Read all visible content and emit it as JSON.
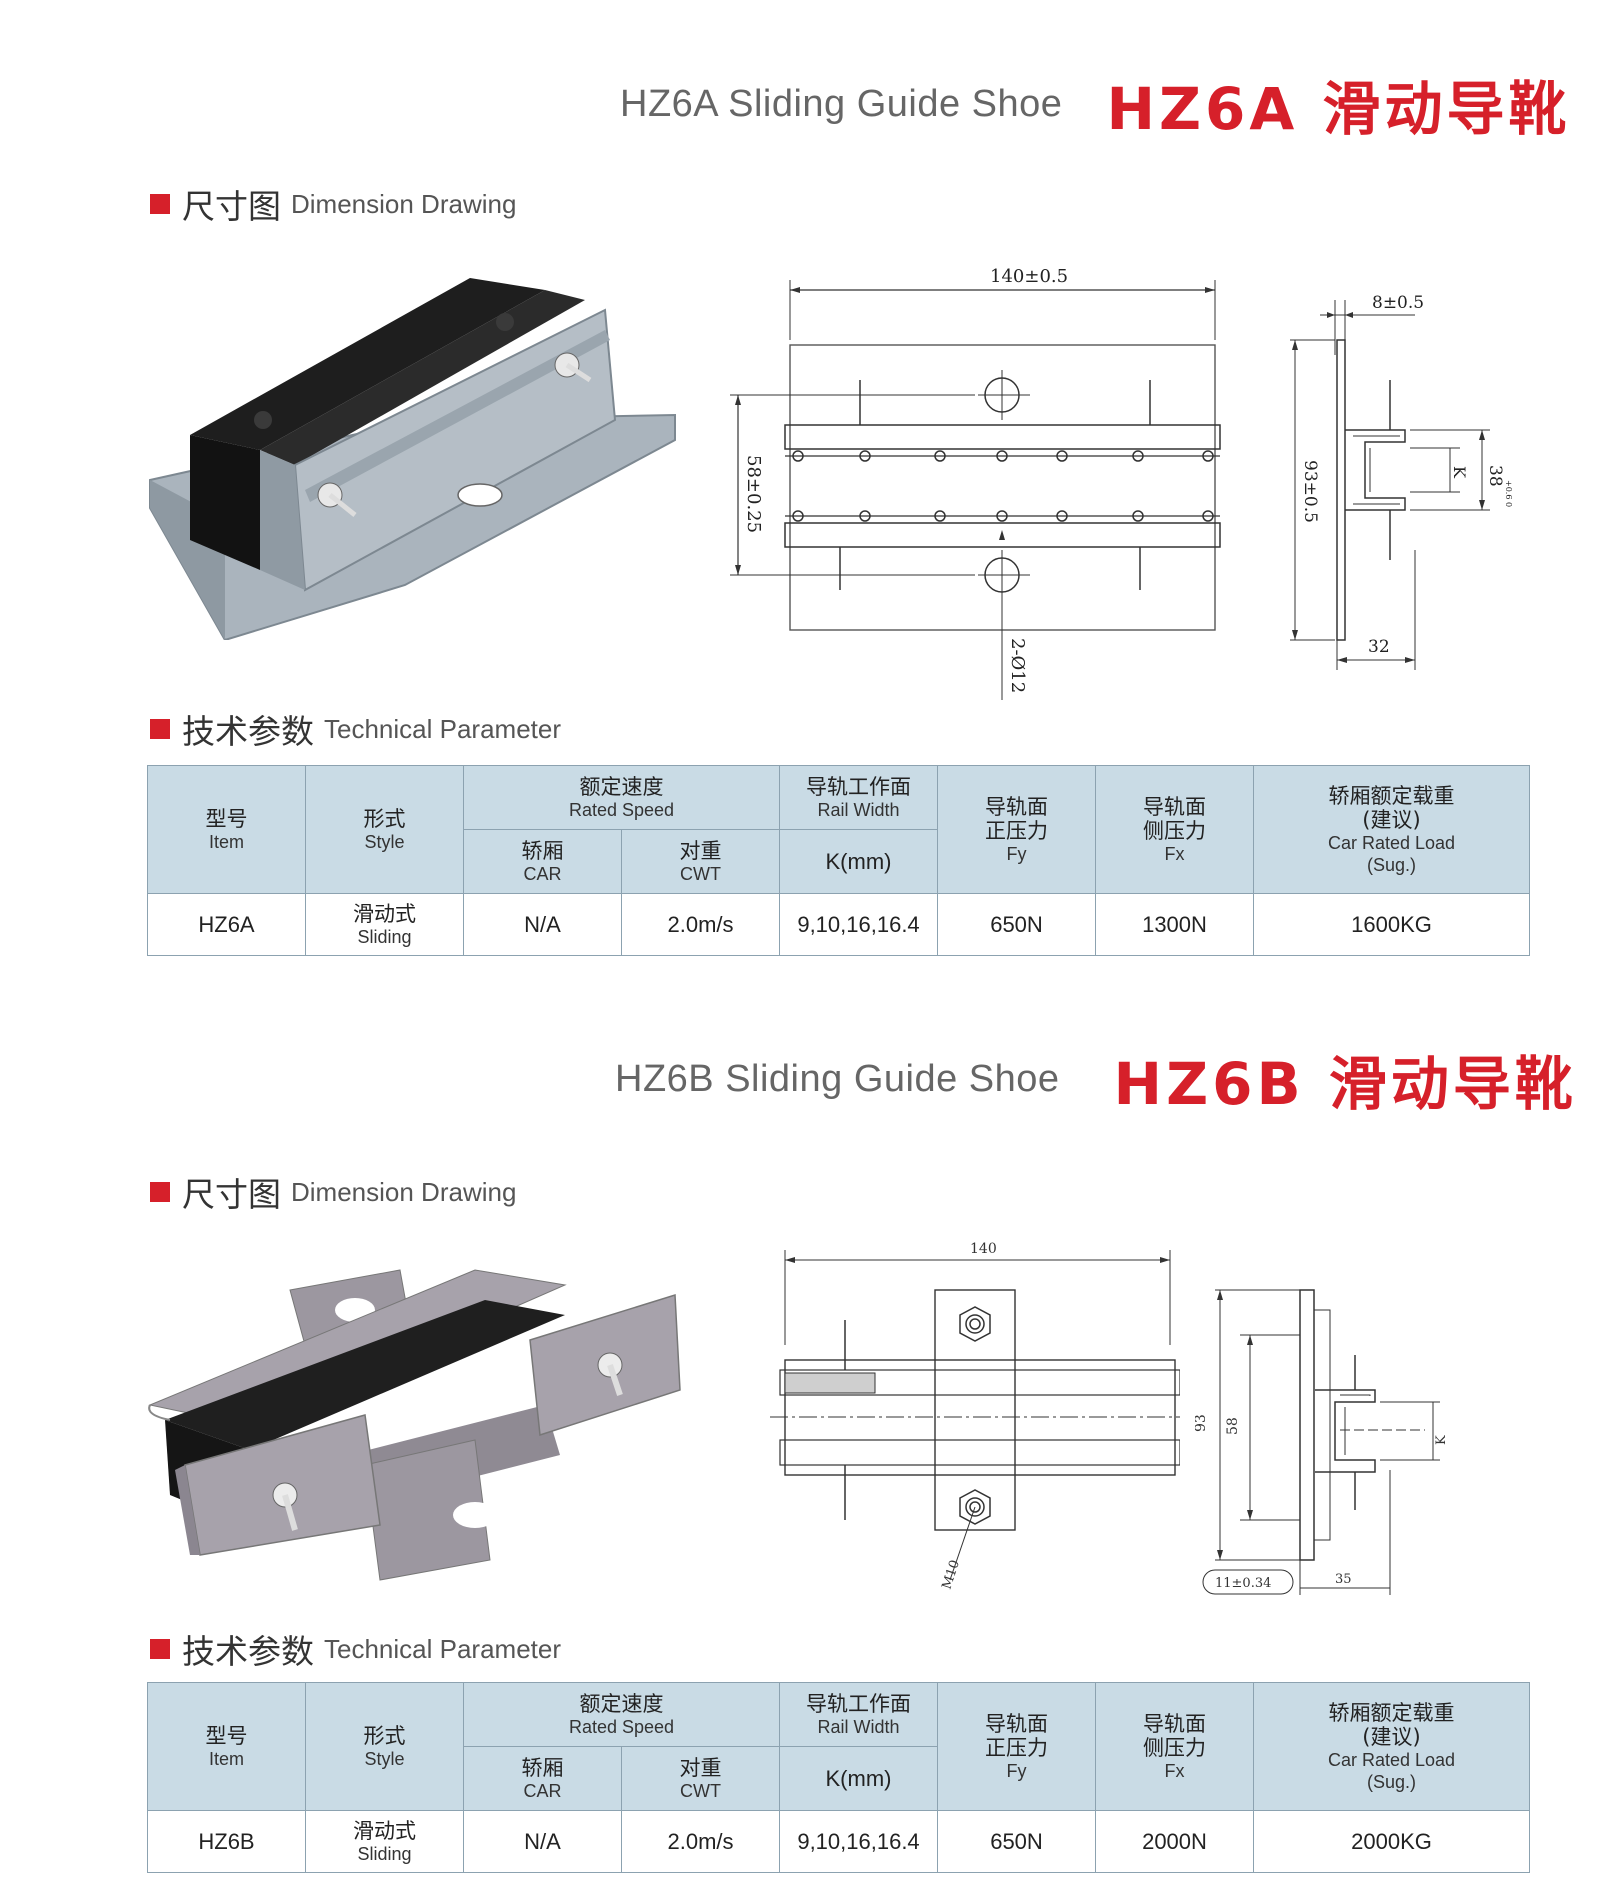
{
  "sectionA": {
    "title_en": "HZ6A Sliding Guide Shoe",
    "title_cn": "HZ6A 滑动导靴",
    "dim_heading_cn": "尺寸图",
    "dim_heading_en": "Dimension Drawing",
    "tech_heading_cn": "技术参数",
    "tech_heading_en": "Technical Parameter",
    "drawing_labels": {
      "length": "140±0.5",
      "thickness": "8±0.5",
      "hole_spacing": "58±0.25",
      "height": "93±0.5",
      "k": "K",
      "slot": "38",
      "slot_tol": "+0.6 0",
      "depth": "32",
      "holes": "2-Ø12"
    }
  },
  "sectionB": {
    "title_en": "HZ6B Sliding Guide Shoe",
    "title_cn": "HZ6B 滑动导靴",
    "dim_heading_cn": "尺寸图",
    "dim_heading_en": "Dimension Drawing",
    "tech_heading_cn": "技术参数",
    "tech_heading_en": "Technical Parameter",
    "drawing_labels": {
      "length": "140",
      "height": "93",
      "hole_spacing": "58",
      "k": "K",
      "bolt": "M10",
      "thickness": "11±0.34",
      "depth": "35"
    }
  },
  "table_header": {
    "item_cn": "型号",
    "item_en": "Item",
    "style_cn": "形式",
    "style_en": "Style",
    "speed_cn": "额定速度",
    "speed_en": "Rated Speed",
    "car_cn": "轿厢",
    "car_en": "CAR",
    "cwt_cn": "对重",
    "cwt_en": "CWT",
    "rail_cn": "导轨工作面",
    "rail_en": "Rail Width",
    "rail_k": "K(mm)",
    "fy_cn1": "导轨面",
    "fy_cn2": "正压力",
    "fy_en": "Fy",
    "fx_cn1": "导轨面",
    "fx_cn2": "侧压力",
    "fx_en": "Fx",
    "load_cn1": "轿厢额定载重",
    "load_cn2": "(建议)",
    "load_en1": "Car Rated Load",
    "load_en2": "(Sug.)"
  },
  "rowA": {
    "item": "HZ6A",
    "style_cn": "滑动式",
    "style_en": "Sliding",
    "car": "N/A",
    "cwt": "2.0m/s",
    "k": "9,10,16,16.4",
    "fy": "650N",
    "fx": "1300N",
    "load": "1600KG"
  },
  "rowB": {
    "item": "HZ6B",
    "style_cn": "滑动式",
    "style_en": "Sliding",
    "car": "N/A",
    "cwt": "2.0m/s",
    "k": "9,10,16,16.4",
    "fy": "650N",
    "fx": "2000N",
    "load": "2000KG"
  },
  "colors": {
    "accent_red": "#d6202a",
    "header_blue": "#c9dbe5"
  }
}
